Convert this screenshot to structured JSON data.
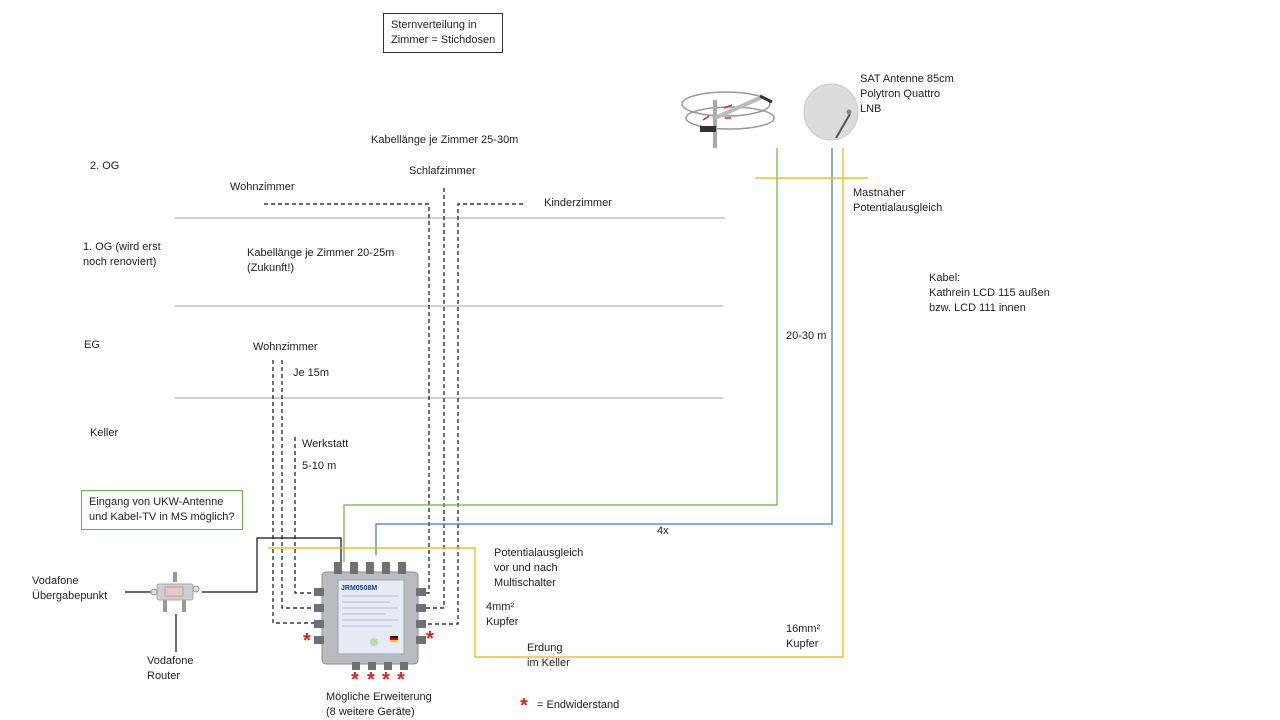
{
  "notes": {
    "star_distribution": "Sternverteilung in\nZimmer = Stichdosen",
    "ukw_question": "Eingang von UKW-Antenne\nund Kabel-TV in MS möglich?"
  },
  "floors": {
    "og2": "2. OG",
    "og1": "1. OG (wird erst\nnoch renoviert)",
    "eg": "EG",
    "keller": "Keller"
  },
  "rooms": {
    "og2_wohnzimmer": "Wohnzimmer",
    "og2_schlafzimmer": "Schlafzimmer",
    "og2_kinderzimmer": "Kinderzimmer",
    "og2_cable_length": "Kabellänge je Zimmer 25-30m",
    "og1_cable_length": "Kabellänge je Zimmer 20-25m\n(Zukunft!)",
    "eg_wohnzimmer": "Wohnzimmer",
    "eg_length": "Je 15m",
    "werkstatt": "Werkstatt",
    "werkstatt_length": "5-10 m"
  },
  "antenna": {
    "sat_label": "SAT Antenne 85cm\nPolytron Quattro\nLNB",
    "grounding_mast": "Mastnaher\nPotentialausgleich",
    "cable_type": "Kabel:\nKathrein LCD 115 außen\nbzw. LCD 111 innen",
    "run_length": "20-30 m",
    "count": "4x"
  },
  "multiswitch": {
    "model": "JRM0508M",
    "grounding_note": "Potentialausgleich\nvor und nach\nMultischalter",
    "wire_4mm": "4mm²\nKupfer",
    "wire_16mm": "16mm²\nKupfer",
    "earth": "Erdung\nim Keller",
    "expansion": "Mögliche Erweiterung\n(8 weitere Geräte)"
  },
  "vodafone": {
    "handover": "Vodafone\nÜbergabepunkt",
    "router": "Vodafone\nRouter"
  },
  "legend": {
    "symbol": "*",
    "label": "= Endwiderstand"
  },
  "colors": {
    "ukw_cable": "#70ad47",
    "sat_cable": "#4472c4",
    "grounding": "#e6b800",
    "floor_line": "#a0a0a0",
    "terminator": "#e02020"
  }
}
